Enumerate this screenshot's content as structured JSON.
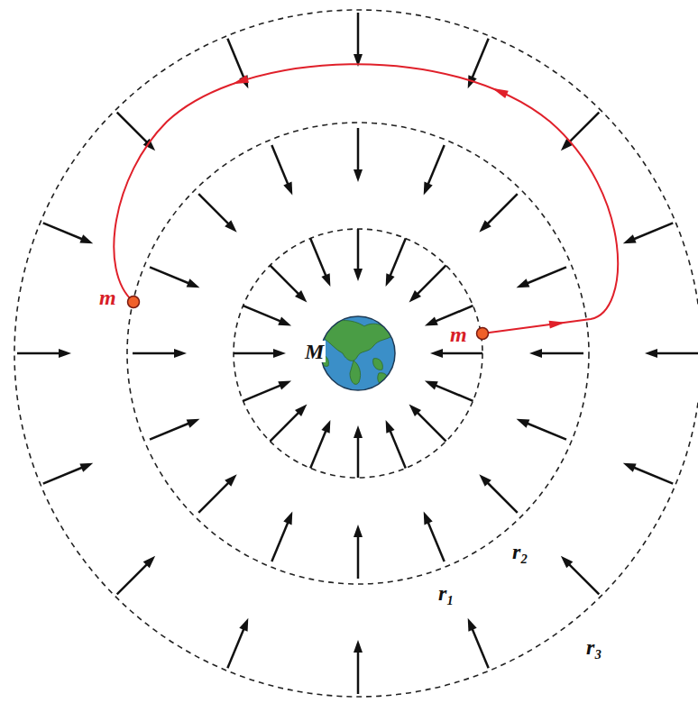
{
  "diagram": {
    "labels": [
      "M",
      "m",
      "m",
      "r₁",
      "r₂",
      "r₃"
    ]
  }
}
